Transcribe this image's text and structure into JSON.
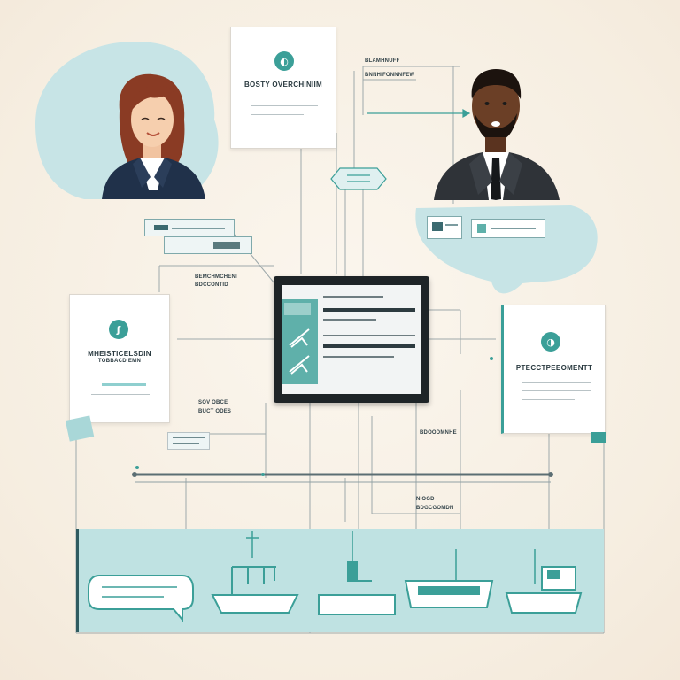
{
  "documents": {
    "top_center": {
      "badge": "◐",
      "title": "BOSTY OVERCHINIIM"
    },
    "left": {
      "badge": "ʃ",
      "title": "MHEISTICELSDIN",
      "subtitle": "TOBBACD EMN"
    },
    "right": {
      "badge": "◑",
      "title": "PTECCTPEEOMENTT"
    }
  },
  "labels": {
    "top_right_1": "BLAMHNUFF",
    "top_right_2": "BNNHIFONNNFEW",
    "mid_left_1": "BEMCHMCHENI",
    "mid_left_2": "BDCCONTID",
    "small_left_1": "SOV OBCE",
    "small_left_2": "BUCT ODES",
    "right_small": "BDOODMNHE",
    "bottom_mid_1": "NIOGD",
    "bottom_mid_2": "BDGCGOMDN"
  },
  "colors": {
    "teal": "#3b9f98",
    "teal_light": "#bfe2e2",
    "dark": "#1e2427",
    "paper": "#ffffff",
    "background": "#f8f1e6"
  }
}
